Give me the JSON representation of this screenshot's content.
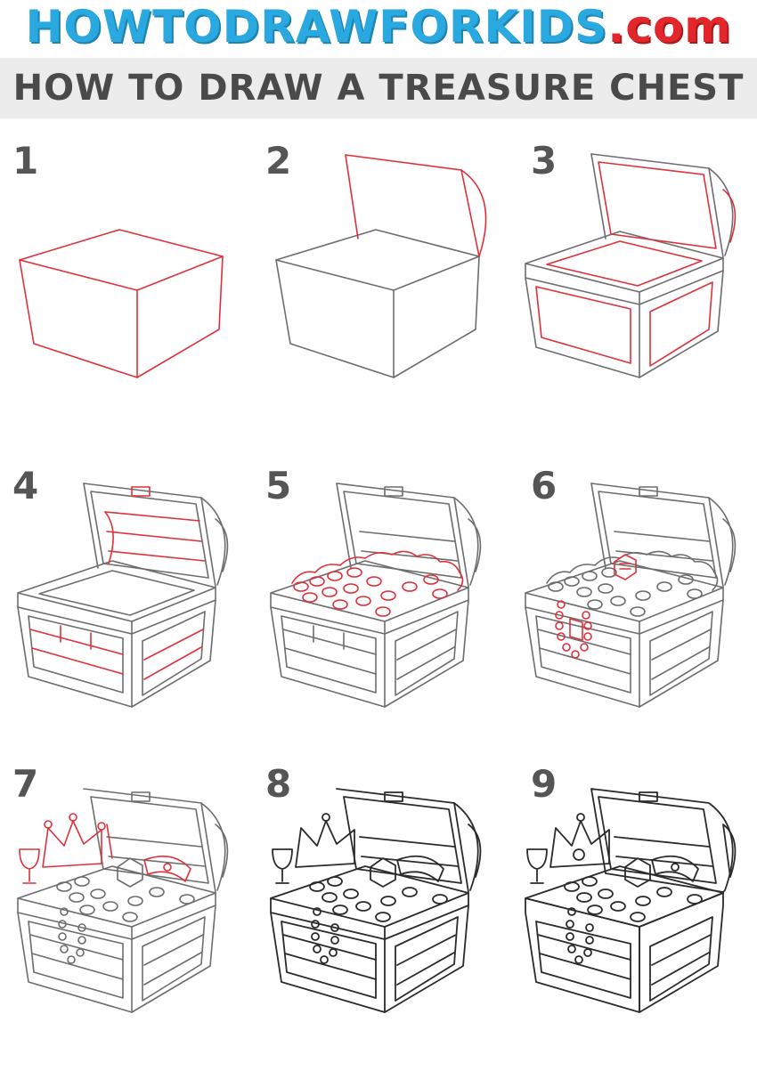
{
  "site": {
    "name": "HOWTODRAWFORKIDS",
    "tld": ".com"
  },
  "title": "HOW TO DRAW A TREASURE CHEST",
  "steps": [
    {
      "number": "1"
    },
    {
      "number": "2"
    },
    {
      "number": "3"
    },
    {
      "number": "4"
    },
    {
      "number": "5"
    },
    {
      "number": "6"
    },
    {
      "number": "7"
    },
    {
      "number": "8"
    },
    {
      "number": "9"
    }
  ],
  "colors": {
    "banner_blue": "#29a9df",
    "banner_red": "#e3262a",
    "new_line_red": "#e0303a",
    "old_line_gray": "#6d6d6d",
    "final_wood": "#e8b96a",
    "final_plank": "#b08565",
    "final_gold": "#f2d14a",
    "final_gem": "#5fd0e6"
  }
}
